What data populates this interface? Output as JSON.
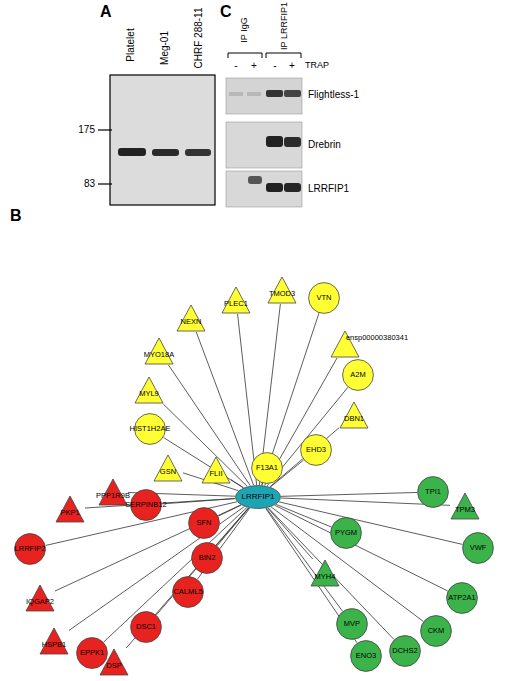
{
  "diagram": {
    "nodes": [
      {
        "text": [
          "LRRFIP1"
        ]
      },
      {
        "text": [
          "PLEC1"
        ]
      },
      {
        "text": [
          "TMOD3"
        ]
      },
      {
        "text": [
          "NEXN"
        ]
      },
      {
        "text": [
          "VTN"
        ]
      },
      {
        "text": [
          "MYO18A"
        ]
      },
      {
        "text": [
          "ensp00000380341"
        ]
      },
      {
        "text": [
          "MYL9"
        ]
      },
      {
        "text": [
          "A2M"
        ]
      },
      {
        "text": [
          "HIST1H2AE"
        ]
      },
      {
        "text": [
          "DBN1"
        ]
      },
      {
        "text": [
          "GSN"
        ]
      },
      {
        "text": [
          "EHD3"
        ]
      },
      {
        "text": [
          "FLII"
        ]
      },
      {
        "text": [
          "F13A1"
        ]
      },
      {
        "text": [
          "PPP1R9B"
        ]
      },
      {
        "text": [
          "PKP1"
        ]
      },
      {
        "text": [
          "SERPINB12"
        ]
      },
      {
        "text": [
          "LRRFIP2"
        ]
      },
      {
        "text": [
          "SFN"
        ]
      },
      {
        "text": [
          "IQGAP2"
        ]
      },
      {
        "text": [
          "BIN2"
        ]
      },
      {
        "text": [
          "HSPB1"
        ]
      },
      {
        "text": [
          "CALML5"
        ]
      },
      {
        "text": [
          "DSC1"
        ]
      },
      {
        "text": [
          "EPPK1"
        ]
      },
      {
        "text": [
          "DSP"
        ]
      },
      {
        "text": [
          "TPI1"
        ]
      },
      {
        "text": [
          "TPM3"
        ]
      },
      {
        "text": [
          "PYGM"
        ]
      },
      {
        "text": [
          "VWF"
        ]
      },
      {
        "text": [
          "MYH4"
        ]
      },
      {
        "text": [
          "ATP2A1"
        ]
      },
      {
        "text": [
          "MVP"
        ]
      },
      {
        "text": [
          "CKM"
        ]
      },
      {
        "text": [
          "ENO3"
        ]
      },
      {
        "text": [
          "DCHS2"
        ]
      }
    ],
    "edges": [
      {
        "from": 0,
        "to": 1,
        "arrow": "none"
      },
      {
        "from": 0,
        "to": 2,
        "arrow": "none"
      },
      {
        "from": 0,
        "to": 3,
        "arrow": "none"
      },
      {
        "from": 0,
        "to": 4,
        "arrow": "none"
      },
      {
        "from": 0,
        "to": 5,
        "arrow": "none"
      },
      {
        "from": 0,
        "to": 6,
        "arrow": "none"
      },
      {
        "from": 0,
        "to": 7,
        "arrow": "none"
      },
      {
        "from": 0,
        "to": 8,
        "arrow": "none"
      },
      {
        "from": 0,
        "to": 9,
        "arrow": "none"
      },
      {
        "from": 0,
        "to": 10,
        "arrow": "none"
      },
      {
        "from": 0,
        "to": 11,
        "arrow": "none"
      },
      {
        "from": 0,
        "to": 12,
        "arrow": "none"
      },
      {
        "from": 0,
        "to": 13,
        "arrow": "none"
      },
      {
        "from": 0,
        "to": 14,
        "arrow": "none"
      },
      {
        "from": 0,
        "to": 15,
        "arrow": "none"
      },
      {
        "from": 0,
        "to": 16,
        "arrow": "none"
      },
      {
        "from": 0,
        "to": 17,
        "arrow": "none"
      },
      {
        "from": 0,
        "to": 18,
        "arrow": "none"
      },
      {
        "from": 0,
        "to": 19,
        "arrow": "none"
      },
      {
        "from": 0,
        "to": 20,
        "arrow": "none"
      },
      {
        "from": 0,
        "to": 21,
        "arrow": "none"
      },
      {
        "from": 0,
        "to": 22,
        "arrow": "none"
      },
      {
        "from": 0,
        "to": 23,
        "arrow": "none"
      },
      {
        "from": 0,
        "to": 24,
        "arrow": "none"
      },
      {
        "from": 0,
        "to": 25,
        "arrow": "none"
      },
      {
        "from": 0,
        "to": 26,
        "arrow": "none"
      },
      {
        "from": 0,
        "to": 27,
        "arrow": "none"
      },
      {
        "from": 0,
        "to": 28,
        "arrow": "none"
      },
      {
        "from": 0,
        "to": 29,
        "arrow": "none"
      },
      {
        "from": 0,
        "to": 30,
        "arrow": "none"
      },
      {
        "from": 0,
        "to": 31,
        "arrow": "none"
      },
      {
        "from": 0,
        "to": 32,
        "arrow": "none"
      },
      {
        "from": 0,
        "to": 33,
        "arrow": "none"
      },
      {
        "from": 0,
        "to": 34,
        "arrow": "none"
      },
      {
        "from": 0,
        "to": 35,
        "arrow": "none"
      },
      {
        "from": 0,
        "to": 36,
        "arrow": "none"
      }
    ],
    "labels": [
      "A",
      "Platelet",
      "Meg-01",
      "CHRF 288-11",
      "175",
      "83",
      "C",
      "IP IgG",
      "IP LRRFIP1",
      "TRAP",
      "-",
      "+",
      "-",
      "+",
      "Flightless-1",
      "Drebrin",
      "LRRFIP1",
      "B"
    ]
  }
}
